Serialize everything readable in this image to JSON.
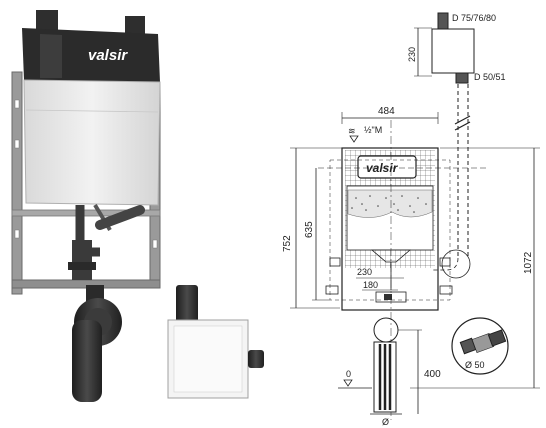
{
  "product": {
    "brand": "valsir",
    "photo_cistern_alt": "concealed cistern frame product photo",
    "photo_box_alt": "flush valve box product photo"
  },
  "drawing": {
    "brand_label": "valsir",
    "thread_label": "½\"M",
    "dimensions": {
      "top_pipe": "D 75/76/80",
      "box_height": "230",
      "bottom_pipe": "D 50/51",
      "frame_width": "484",
      "inner_height": "635",
      "frame_height": "752",
      "total_height": "1072",
      "spacing_a": "230",
      "spacing_b": "180",
      "floor_level": "0",
      "floor_depth": "400",
      "outlet_diameter": "Ø",
      "detail_diameter": "Ø 50"
    }
  },
  "colors": {
    "line": "#222222",
    "grid": "#333333",
    "frame_photo": "#8a8a8a",
    "tank_photo": "#e8e8e8",
    "dark_part": "#2b2b2b"
  }
}
